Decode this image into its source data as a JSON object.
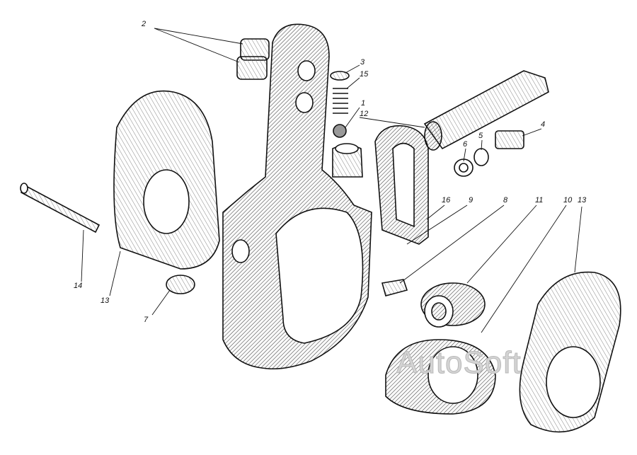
{
  "diagram": {
    "type": "exploded-assembly",
    "callouts": [
      {
        "id": "c2",
        "text": "2"
      },
      {
        "id": "c3",
        "text": "3"
      },
      {
        "id": "c15",
        "text": "15"
      },
      {
        "id": "c1",
        "text": "1"
      },
      {
        "id": "c12",
        "text": "12"
      },
      {
        "id": "c4",
        "text": "4"
      },
      {
        "id": "c5",
        "text": "5"
      },
      {
        "id": "c6",
        "text": "6"
      },
      {
        "id": "c16",
        "text": "16"
      },
      {
        "id": "c9",
        "text": "9"
      },
      {
        "id": "c8",
        "text": "8"
      },
      {
        "id": "c11",
        "text": "11"
      },
      {
        "id": "c10",
        "text": "10"
      },
      {
        "id": "c13r",
        "text": "13"
      },
      {
        "id": "c14",
        "text": "14"
      },
      {
        "id": "c13l",
        "text": "13"
      },
      {
        "id": "c7",
        "text": "7"
      }
    ],
    "watermark": "AutoSoft",
    "colors": {
      "ink": "#111111",
      "hatch": "#555555",
      "watermark": "#d8d8d8"
    }
  }
}
